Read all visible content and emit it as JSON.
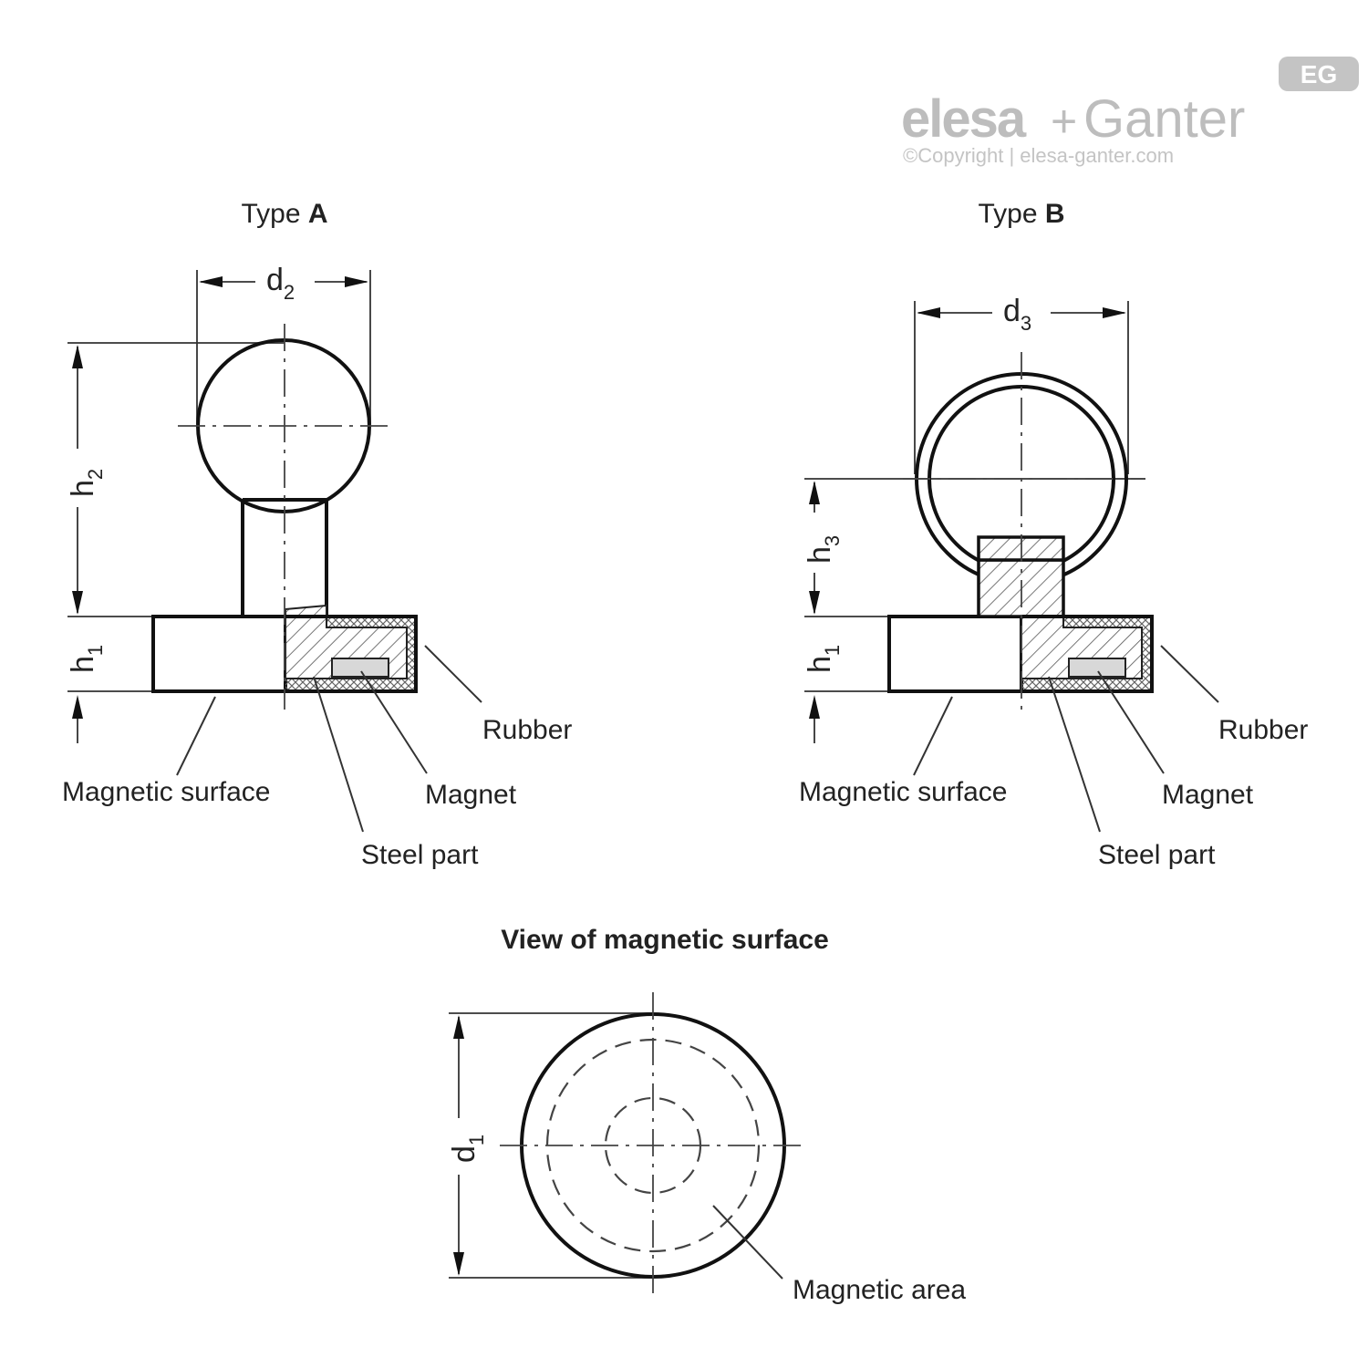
{
  "logo": {
    "brand_left": "elesa",
    "brand_plus": "+",
    "brand_right": "Ganter",
    "badge": "EG",
    "copyright": "©Copyright | elesa-ganter.com",
    "color": "#bdbdbd"
  },
  "type_a": {
    "title_prefix": "Type ",
    "title_letter": "A",
    "dim_d": "d",
    "dim_d_sub": "2",
    "dim_h_top": "h",
    "dim_h_top_sub": "2",
    "dim_h_bottom": "h",
    "dim_h_bottom_sub": "1",
    "labels": {
      "rubber": "Rubber",
      "magnetic_surface": "Magnetic surface",
      "magnet": "Magnet",
      "steel_part": "Steel part"
    }
  },
  "type_b": {
    "title_prefix": "Type ",
    "title_letter": "B",
    "dim_d": "d",
    "dim_d_sub": "3",
    "dim_h_top": "h",
    "dim_h_top_sub": "3",
    "dim_h_bottom": "h",
    "dim_h_bottom_sub": "1",
    "labels": {
      "rubber": "Rubber",
      "magnetic_surface": "Magnetic surface",
      "magnet": "Magnet",
      "steel_part": "Steel part"
    }
  },
  "view": {
    "title": "View of magnetic surface",
    "dim_d": "d",
    "dim_d_sub": "1",
    "magnetic_area": "Magnetic area"
  }
}
